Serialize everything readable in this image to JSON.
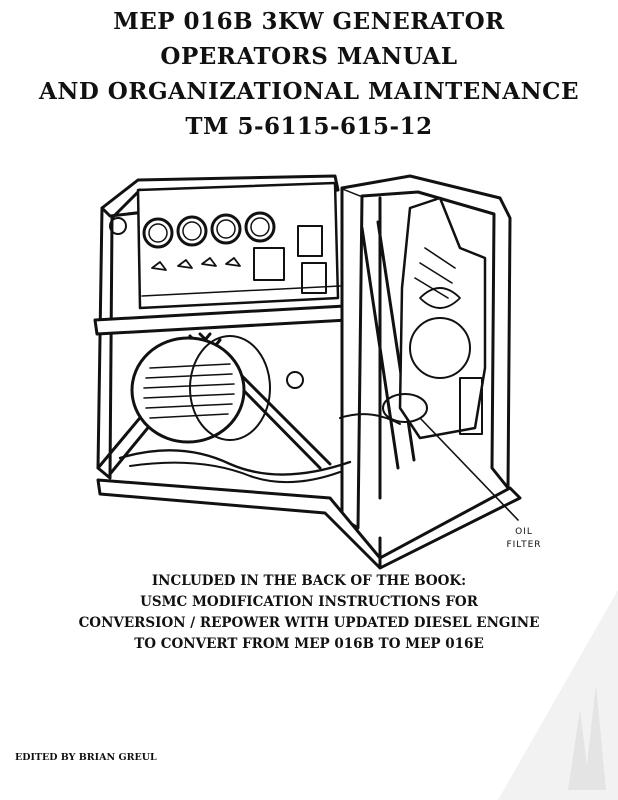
{
  "cover": {
    "title_lines": [
      "MEP 016B 3KW GENERATOR",
      "OPERATORS MANUAL",
      "AND ORGANIZATIONAL MAINTENANCE",
      "TM 5-6115-615-12"
    ],
    "illustration": {
      "callout": [
        "OIL",
        "FILTER"
      ]
    },
    "included_lines": [
      "INCLUDED IN THE BACK OF THE BOOK:",
      "USMC MODIFICATION INSTRUCTIONS FOR",
      "CONVERSION / REPOWER WITH UPDATED DIESEL ENGINE",
      "TO CONVERT FROM MEP 016B TO MEP 016E"
    ],
    "editor": "EDITED BY BRIAN GREUL"
  }
}
